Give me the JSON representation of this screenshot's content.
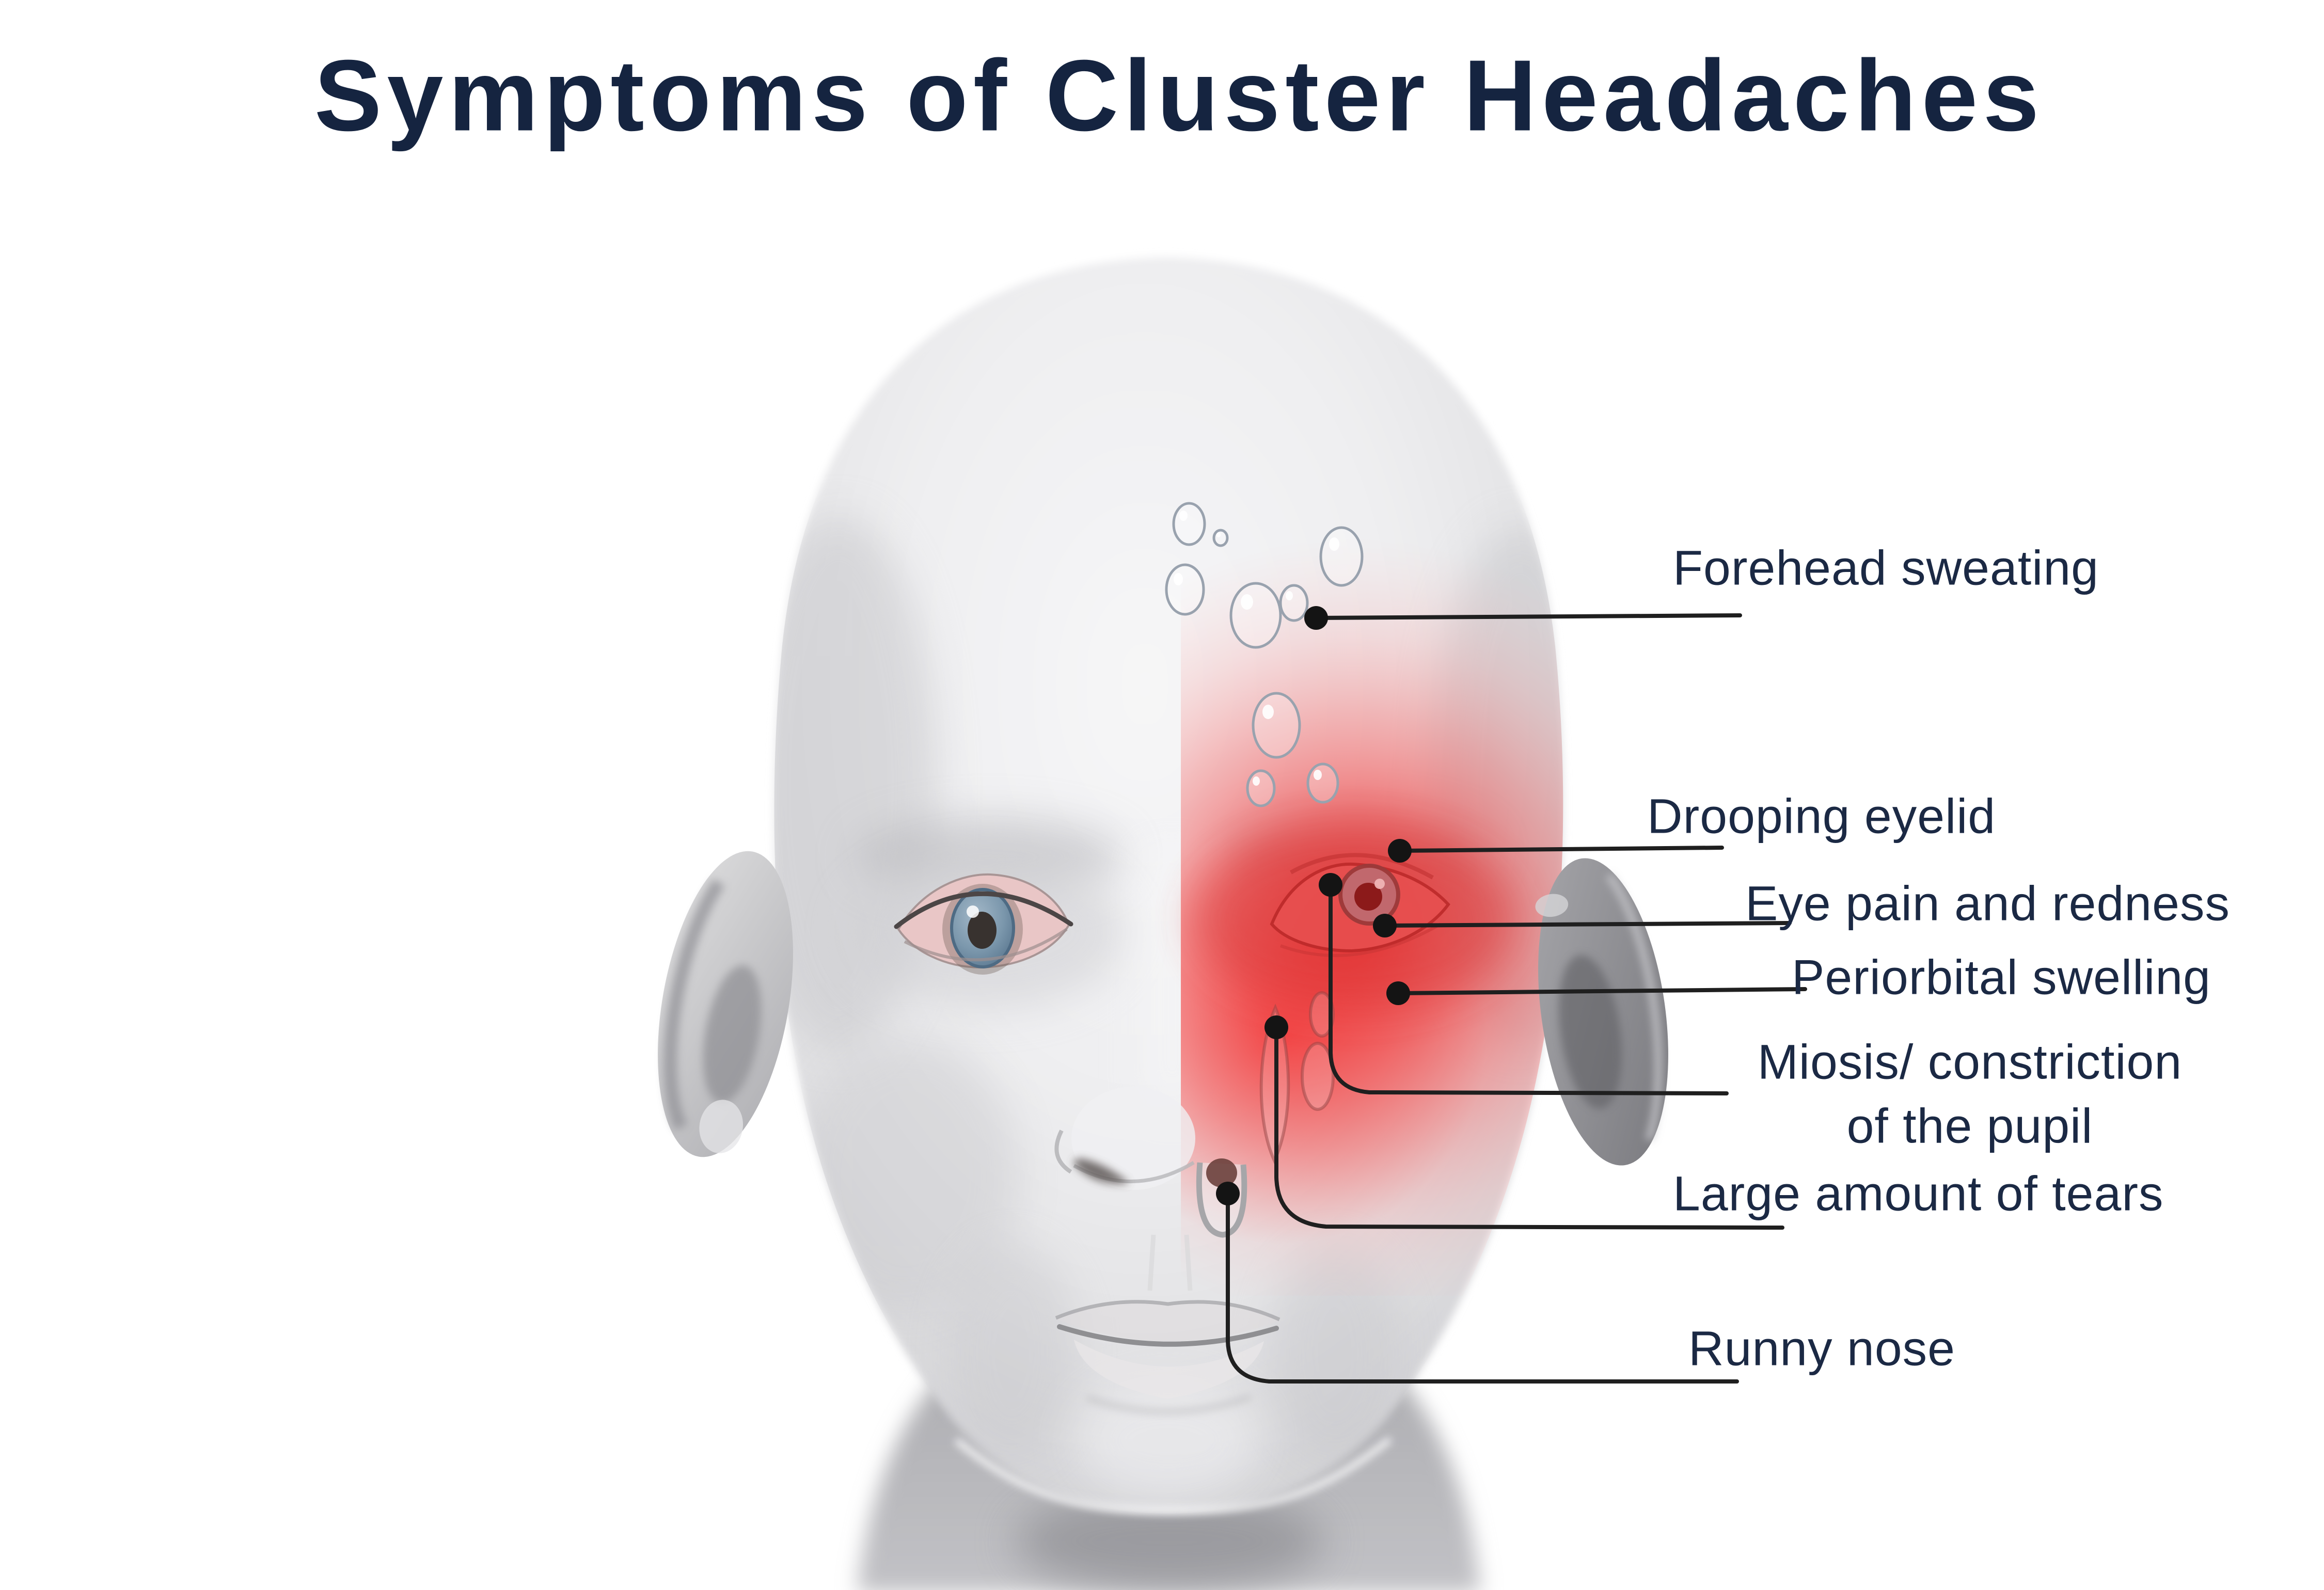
{
  "title": "Symptoms of Cluster Headaches",
  "labels": {
    "forehead": "Forehead sweating",
    "drooping": "Drooping eyelid",
    "eyepain": "Eye pain and redness",
    "periorbital": "Periorbital swelling",
    "miosis_line1": "Miosis/ constriction",
    "miosis_line2": "of the pupil",
    "tears": "Large amount of tears",
    "runny": "Runny nose"
  },
  "colors": {
    "background": "#ffffff",
    "title_text": "#152440",
    "label_text": "#1b2944",
    "pain_glow_core": "#ee2a2a",
    "leader_line": "#1f1f1f",
    "head_base": "#ededef"
  }
}
